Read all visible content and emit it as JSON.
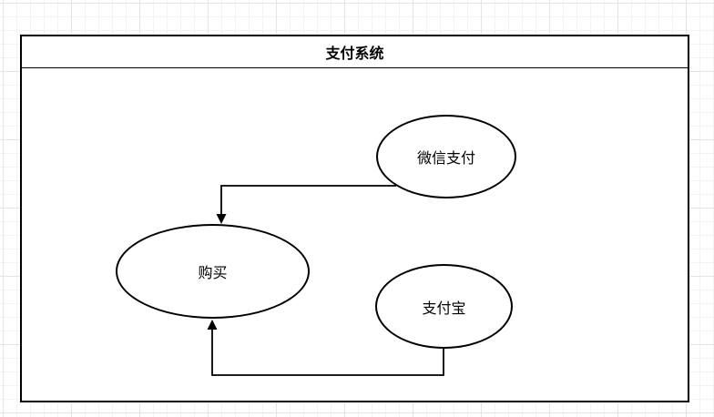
{
  "diagram": {
    "title": "支付系统",
    "nodes": [
      {
        "id": "wechat",
        "shape": "ellipse",
        "label": "微信支付"
      },
      {
        "id": "buy",
        "shape": "ellipse",
        "label": "购买"
      },
      {
        "id": "alipay",
        "shape": "ellipse",
        "label": "支付宝"
      }
    ],
    "edges": [
      {
        "from": "微信支付",
        "to": "购买",
        "style": "orthogonal",
        "arrow": "solid-triangle-at-target"
      },
      {
        "from": "支付宝",
        "to": "购买",
        "style": "orthogonal",
        "arrow": "solid-triangle-at-target"
      }
    ],
    "colors": {
      "stroke": "#000000",
      "shape_fill": "#ffffff",
      "text": "#000000",
      "canvas_bg": "#ffffff",
      "grid_minor": "#f3f3f3",
      "grid_major": "#e4e4e4"
    }
  }
}
